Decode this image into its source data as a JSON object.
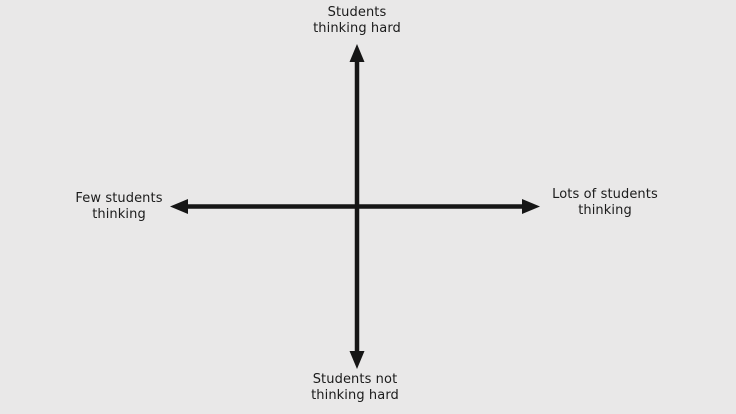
{
  "theme": {
    "background": "#e9e8e8",
    "axis_color": "#161616",
    "text_color": "#1b1b1b"
  },
  "diagram": {
    "type": "quadrant-axes",
    "labels": {
      "top": {
        "line1": "Students",
        "line2": "thinking hard"
      },
      "bottom": {
        "line1": "Students not",
        "line2": "thinking hard"
      },
      "left": {
        "line1": "Few students",
        "line2": "thinking"
      },
      "right": {
        "line1": "Lots of students",
        "line2": "thinking"
      }
    }
  }
}
